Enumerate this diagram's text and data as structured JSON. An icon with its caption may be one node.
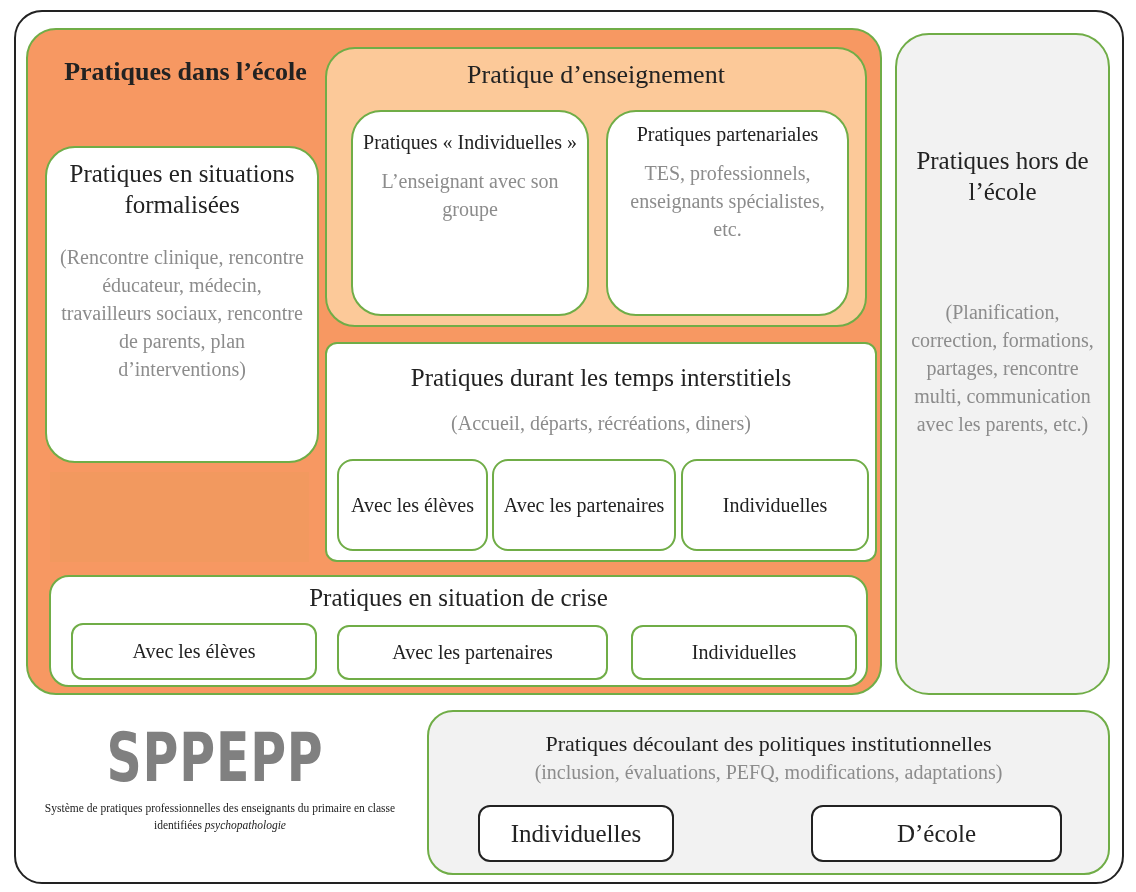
{
  "diagram": {
    "nodes": [
      {
        "text": [
          "Pratiques dans l’école"
        ]
      },
      {
        "text": [
          "Pratique d’enseignement"
        ],
        "in": 0
      },
      {
        "text": [
          "Pratiques « Individuelles »",
          "L’enseignant avec son groupe"
        ],
        "in": 1
      },
      {
        "text": [
          "Pratiques partenariales",
          "TES, professionnels, enseignants spécialistes, etc."
        ],
        "in": 1
      },
      {
        "text": [
          "Pratiques en situations formalisées",
          "(Rencontre clinique, rencontre éducateur, médecin, travailleurs sociaux, rencontre de parents, plan d’interventions)"
        ],
        "in": 0
      },
      {
        "text": [
          "Pratiques durant les temps interstitiels",
          "(Accueil, départs, récréations, diners)"
        ],
        "in": 0
      },
      {
        "text": [
          "Avec les élèves"
        ],
        "in": 5
      },
      {
        "text": [
          "Avec les partenaires"
        ],
        "in": 5
      },
      {
        "text": [
          "Individuelles"
        ],
        "in": 5
      },
      {
        "text": [
          "Pratiques en situation de crise"
        ],
        "in": 0
      },
      {
        "text": [
          "Avec les élèves"
        ],
        "in": 9
      },
      {
        "text": [
          "Avec les partenaires"
        ],
        "in": 9
      },
      {
        "text": [
          "Individuelles"
        ],
        "in": 9
      },
      {
        "text": [
          "Pratiques hors de l’école",
          "(Planification, correction, formations, partages, rencontre multi, communication avec les parents, etc.)"
        ]
      },
      {
        "text": [
          "Pratiques découlant des politiques institutionnelles",
          "(inclusion, évaluations, PEFQ, modifications, adaptations)"
        ]
      },
      {
        "text": [
          "Individuelles"
        ],
        "in": 14
      },
      {
        "text": [
          "D’école"
        ],
        "in": 14
      }
    ],
    "edges": [],
    "labels": [
      "SPPEPP",
      "Système de pratiques professionnelles des enseignants du primaire en classe identifiées *psychopathologie*"
    ]
  }
}
